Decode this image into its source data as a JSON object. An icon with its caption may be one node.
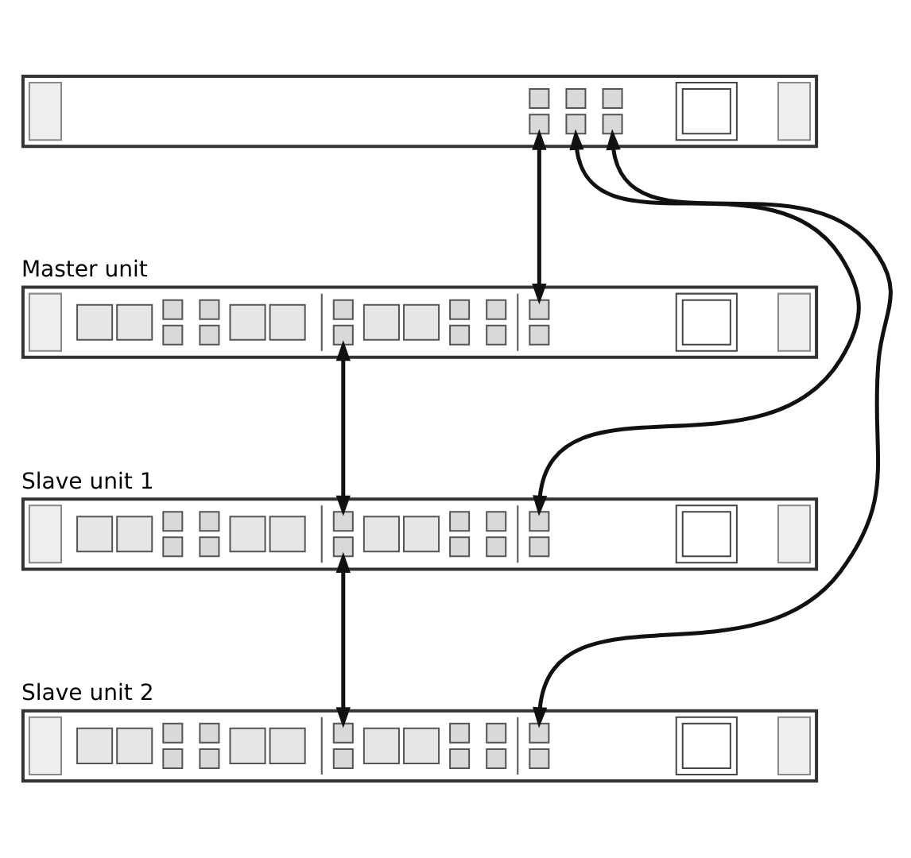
{
  "diagram": {
    "nodes": [
      {
        "text": [],
        "shape": "picture"
      },
      {
        "text": [
          "Master unit"
        ]
      },
      {
        "text": [
          "Slave unit 1"
        ]
      },
      {
        "text": [
          "Slave unit 2"
        ]
      }
    ],
    "edges": [
      {
        "from": 0,
        "to": 1,
        "arrow": "both"
      },
      {
        "from": 0,
        "to": 2,
        "arrow": "both"
      },
      {
        "from": 0,
        "to": 3,
        "arrow": "both"
      },
      {
        "from": 1,
        "to": 2,
        "arrow": "both"
      },
      {
        "from": 2,
        "to": 3,
        "arrow": "both"
      }
    ]
  }
}
